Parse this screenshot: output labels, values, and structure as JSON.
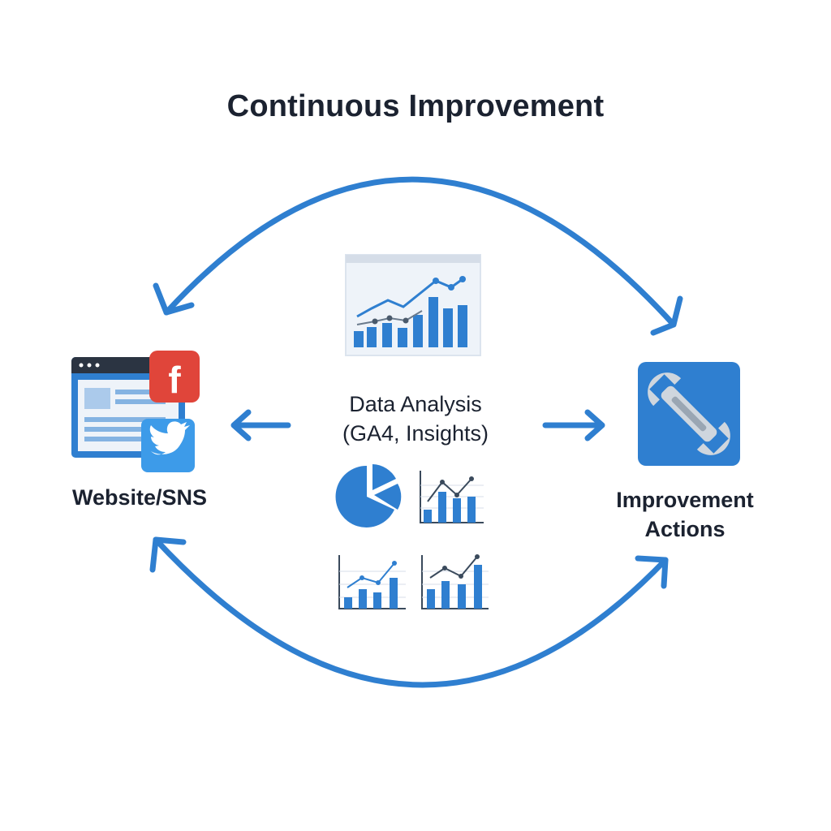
{
  "title": "Continuous Improvement",
  "nodes": {
    "center": {
      "line1": "Data Analysis",
      "line2": "(GA4, Insights)"
    },
    "left": {
      "label": "Website/SNS"
    },
    "right": {
      "line1": "Improvement",
      "line2": "Actions"
    }
  },
  "icons": {
    "dashboard": "analytics-dashboard-icon",
    "pie": "pie-chart-icon",
    "mini_charts": "bar-line-chart-icon",
    "website": "browser-window-icon",
    "facebook": "facebook-icon",
    "twitter": "twitter-icon",
    "wrench": "wrench-icon"
  },
  "colors": {
    "accent": "#2f7fd0",
    "dark_text": "#1b2230",
    "facebook": "#e0453a",
    "twitter": "#3d9be9",
    "panel": "#eef3f9"
  }
}
